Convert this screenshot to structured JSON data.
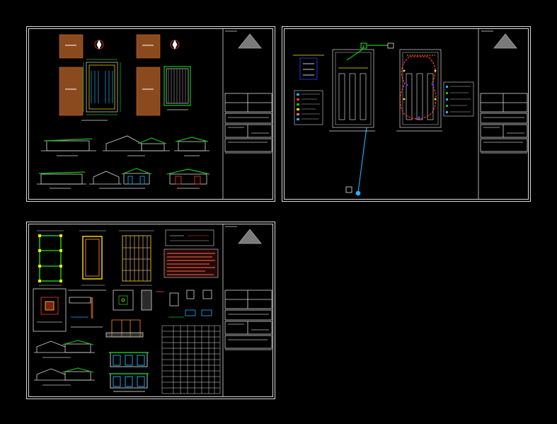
{
  "drawing": {
    "background": "#000000",
    "line_color": "#d8d8d8",
    "accent_colors": {
      "wood": "#8b4a1e",
      "green": "#16c116",
      "cyan": "#1fb4ff",
      "red": "#ff3b2e",
      "yellow": "#ffe600",
      "blue": "#2244ff",
      "pink": "#ff66aa",
      "orange": "#ff8c1a"
    },
    "sheets": [
      {
        "id": "architectural",
        "content": [
          "site-plan-panels",
          "floor-plan",
          "roof-plan",
          "elevations"
        ]
      },
      {
        "id": "electrical",
        "content": [
          "floor-plan-lighting",
          "floor-plan-power",
          "legend-table",
          "panel-schedule"
        ]
      },
      {
        "id": "structural",
        "content": [
          "foundation-plans",
          "roof-framing",
          "details",
          "notes",
          "schedule-table",
          "sections"
        ]
      }
    ]
  }
}
